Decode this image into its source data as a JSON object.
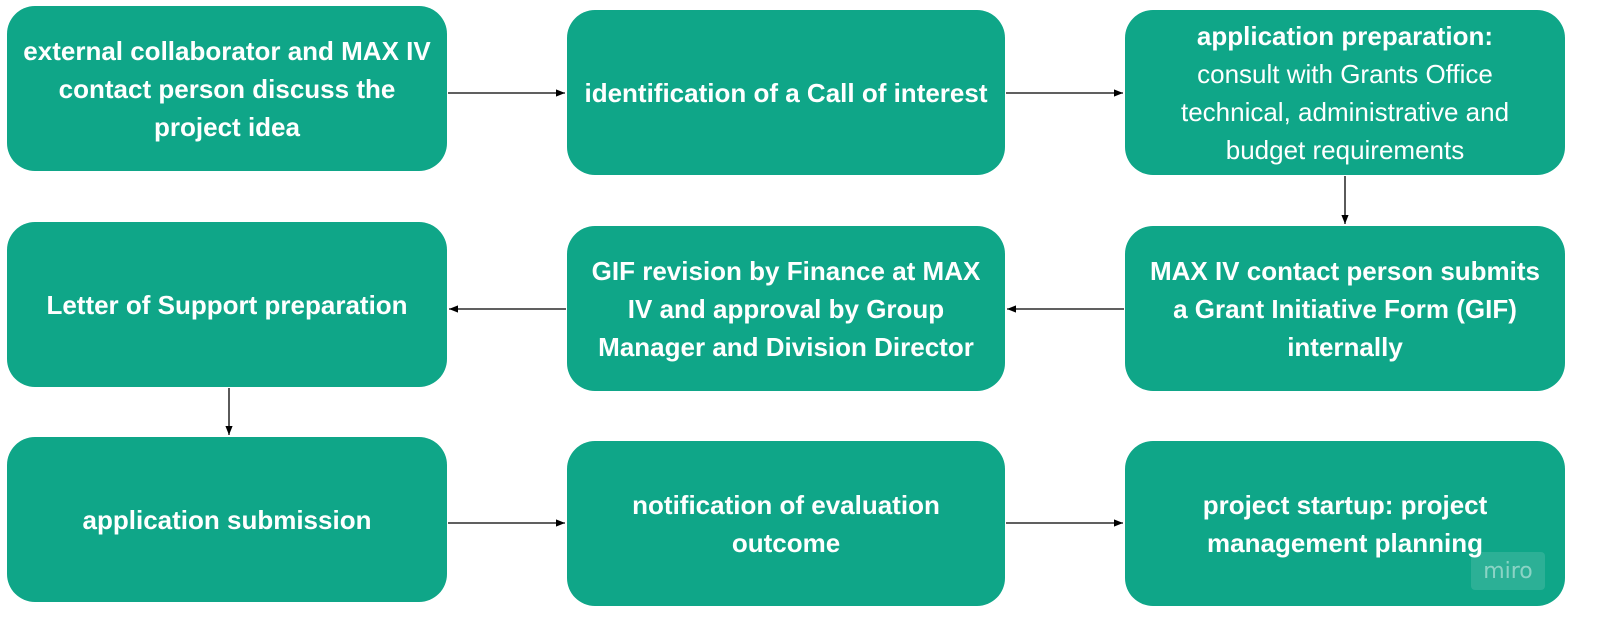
{
  "steps": [
    {
      "text": "external collaborator and MAX IV contact person discuss the project idea"
    },
    {
      "text": "identification of a Call of interest"
    },
    {
      "heading": "application preparation:",
      "text": "consult with Grants Office technical, administrative and budget requirements"
    },
    {
      "text": "MAX IV contact person submits a Grant Initiative Form (GIF) internally"
    },
    {
      "text": "GIF revision by Finance at MAX IV and approval by Group Manager and Division Director"
    },
    {
      "text": "Letter of Support preparation"
    },
    {
      "text": "application submission"
    },
    {
      "text": "notification of evaluation outcome"
    },
    {
      "text": "project startup: project management planning"
    }
  ],
  "watermark": "miro",
  "colors": {
    "box_fill": "#0fa688",
    "box_text": "#ffffff",
    "arrow": "#000000"
  }
}
